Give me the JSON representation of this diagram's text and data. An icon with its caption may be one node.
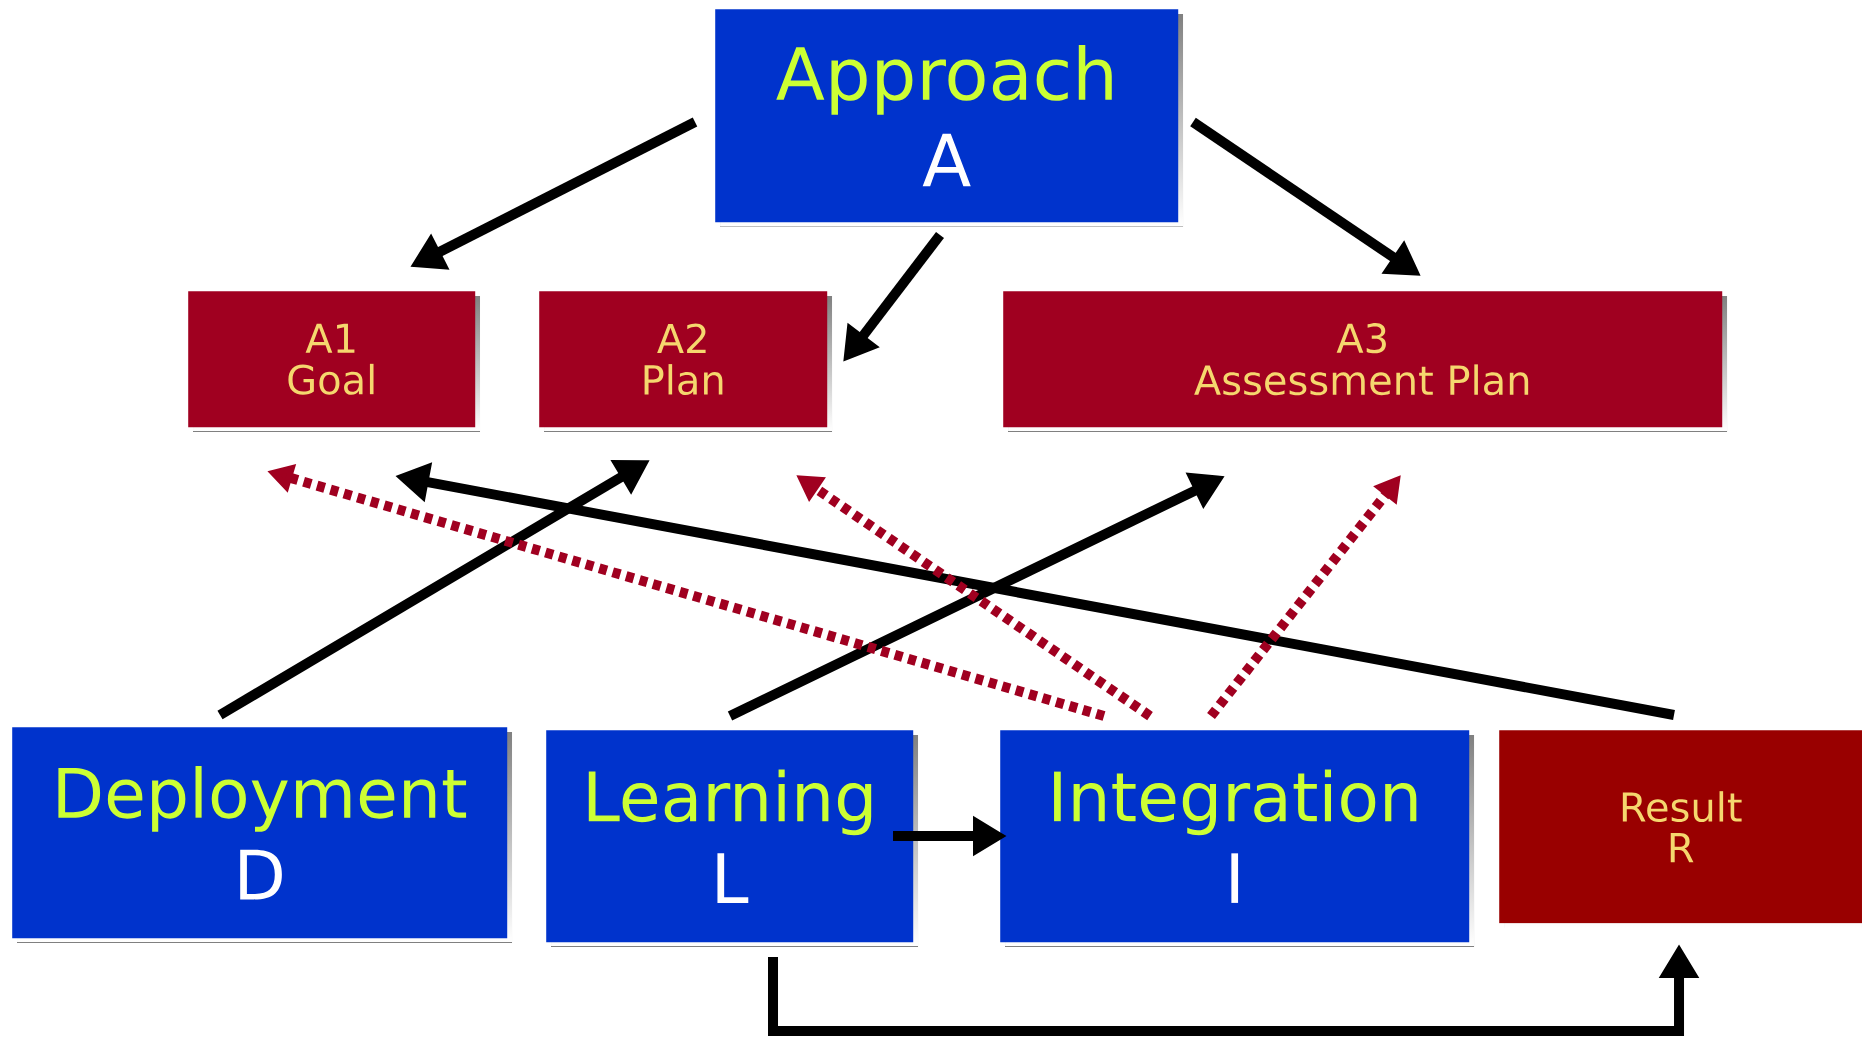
{
  "diagram": {
    "nodes": [
      {
        "text": [
          "Approach",
          "A"
        ]
      },
      {
        "text": [
          "A1",
          "Goal"
        ]
      },
      {
        "text": [
          "A2",
          "Plan"
        ]
      },
      {
        "text": [
          "A3",
          "Assessment Plan"
        ]
      },
      {
        "text": [
          "Deployment",
          "D"
        ]
      },
      {
        "text": [
          "Learning",
          "L"
        ]
      },
      {
        "text": [
          "Integration",
          "I"
        ]
      },
      {
        "text": [
          "Result",
          "R"
        ]
      }
    ],
    "edges": [
      {
        "from": 0,
        "to": 1,
        "arrow": "to"
      },
      {
        "from": 0,
        "to": 2,
        "arrow": "to"
      },
      {
        "from": 0,
        "to": 3,
        "arrow": "to"
      },
      {
        "from": 4,
        "to": 2,
        "arrow": "to"
      },
      {
        "from": 5,
        "to": 3,
        "arrow": "to"
      },
      {
        "from": 7,
        "to": 1,
        "arrow": "to"
      },
      {
        "from": 5,
        "to": 6,
        "arrow": "to"
      },
      {
        "from": 5,
        "to": 7,
        "arrow": "to"
      },
      {
        "from": 6,
        "to": 1,
        "arrow": "to",
        "style": "dashed",
        "color": "#a00020"
      },
      {
        "from": 6,
        "to": 2,
        "arrow": "to",
        "style": "dashed",
        "color": "#a00020"
      },
      {
        "from": 6,
        "to": 3,
        "arrow": "to",
        "style": "dashed",
        "color": "#a00020"
      }
    ]
  }
}
